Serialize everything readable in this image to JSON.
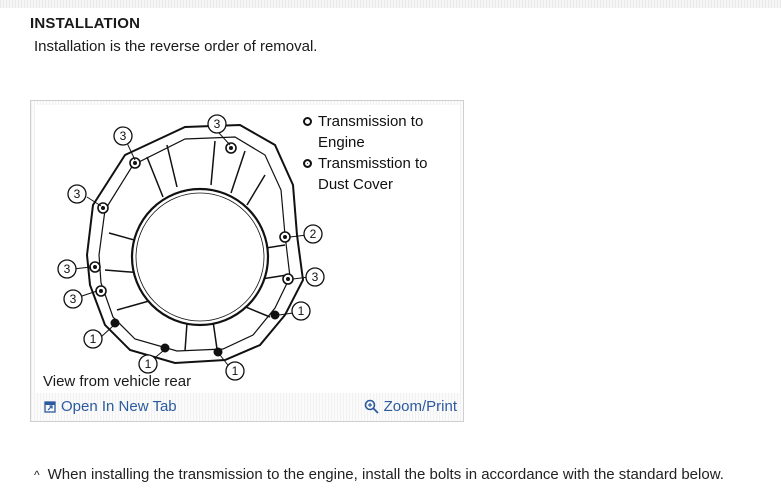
{
  "section": {
    "heading": "INSTALLATION",
    "text": "Installation is the reverse order of removal."
  },
  "figure": {
    "legend": [
      {
        "text": "Transmission to Engine",
        "symbol": "open-bolt"
      },
      {
        "text": "Transmisstion to Dust Cover",
        "symbol": "filled-bolt"
      }
    ],
    "callouts": [
      "3",
      "3",
      "3",
      "3",
      "3",
      "2",
      "3",
      "1",
      "1",
      "1",
      "1"
    ],
    "caption": "View from vehicle rear",
    "open_tab_label": "Open In New Tab",
    "zoom_label": "Zoom/Print"
  },
  "footnote": {
    "marker": "^",
    "text": "When installing the transmission to the engine, install the bolts in accordance with the standard below."
  },
  "colors": {
    "link": "#2b5a9e",
    "ink": "#111111"
  }
}
